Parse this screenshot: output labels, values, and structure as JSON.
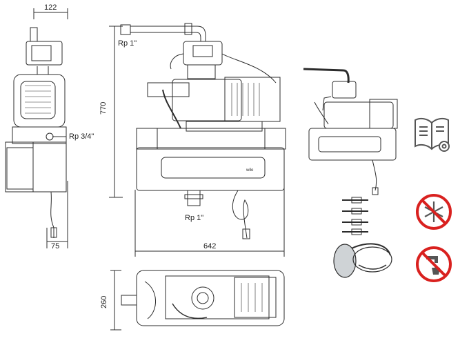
{
  "dimensions": {
    "side_width": "122",
    "height": "770",
    "bottom_offset": "75",
    "front_width": "642",
    "depth": "260"
  },
  "labels": {
    "top_connection": "Rp 1\"",
    "bottom_connection": "Rp 1\"",
    "side_connection": "Rp 3/4\""
  },
  "icons": [
    "manual-settings-icon",
    "no-frost-icon",
    "no-drinking-water-icon"
  ],
  "colors": {
    "prohibition_red": "#d9211f",
    "line": "#2b2b2b",
    "icon_grey": "#555555"
  }
}
